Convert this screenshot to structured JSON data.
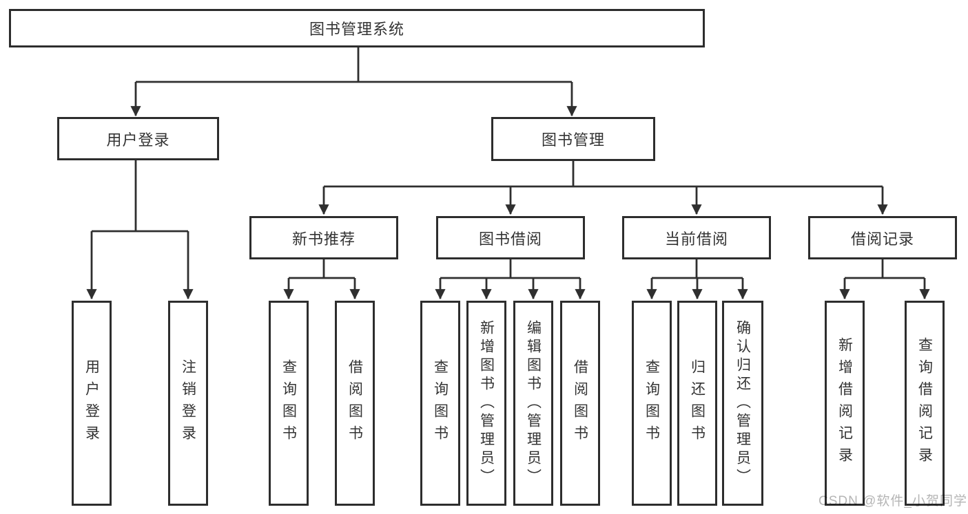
{
  "diagram": {
    "title": "图书管理系统",
    "watermark": "CSDN @软件_小贺同学",
    "colors": {
      "line": "#2f2f2f",
      "border": "#2d2d2d",
      "text": "#333333",
      "watermark": "#b5b5b5",
      "background": "#ffffff"
    },
    "tree": {
      "label": "图书管理系统",
      "children": [
        {
          "label": "用户登录",
          "children": [
            {
              "label": "用户登录"
            },
            {
              "label": "注销登录"
            }
          ]
        },
        {
          "label": "图书管理",
          "children": [
            {
              "label": "新书推荐",
              "children": [
                {
                  "label": "查询图书"
                },
                {
                  "label": "借阅图书"
                }
              ]
            },
            {
              "label": "图书借阅",
              "children": [
                {
                  "label": "查询图书"
                },
                {
                  "label": "新增图书（管理员）"
                },
                {
                  "label": "编辑图书（管理员）"
                },
                {
                  "label": "借阅图书"
                }
              ]
            },
            {
              "label": "当前借阅",
              "children": [
                {
                  "label": "查询图书"
                },
                {
                  "label": "归还图书"
                },
                {
                  "label": "确认归还（管理员）"
                }
              ]
            },
            {
              "label": "借阅记录",
              "children": [
                {
                  "label": "新增借阅记录"
                },
                {
                  "label": "查询借阅记录"
                }
              ]
            }
          ]
        }
      ]
    }
  }
}
